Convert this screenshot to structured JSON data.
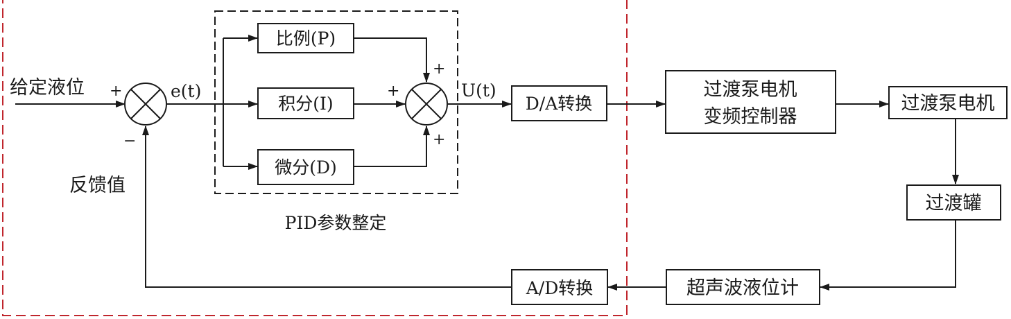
{
  "diagram": {
    "outer_border_color": "#c0262d",
    "inputs": {
      "setpoint": "给定液位",
      "feedback": "反馈值",
      "error_signal": "e(t)",
      "control_signal": "U(t)"
    },
    "signs": {
      "plus": "+",
      "minus": "−"
    },
    "pid_group_label": "PID参数整定",
    "blocks": {
      "proportional": "比例(P)",
      "integral": "积分(I)",
      "derivative": "微分(D)",
      "da_converter": "D/A转换",
      "vfd_line1": "过渡泵电机",
      "vfd_line2": "变频控制器",
      "pump_motor": "过渡泵电机",
      "tank": "过渡罐",
      "level_meter": "超声波液位计",
      "ad_converter": "A/D转换"
    }
  }
}
